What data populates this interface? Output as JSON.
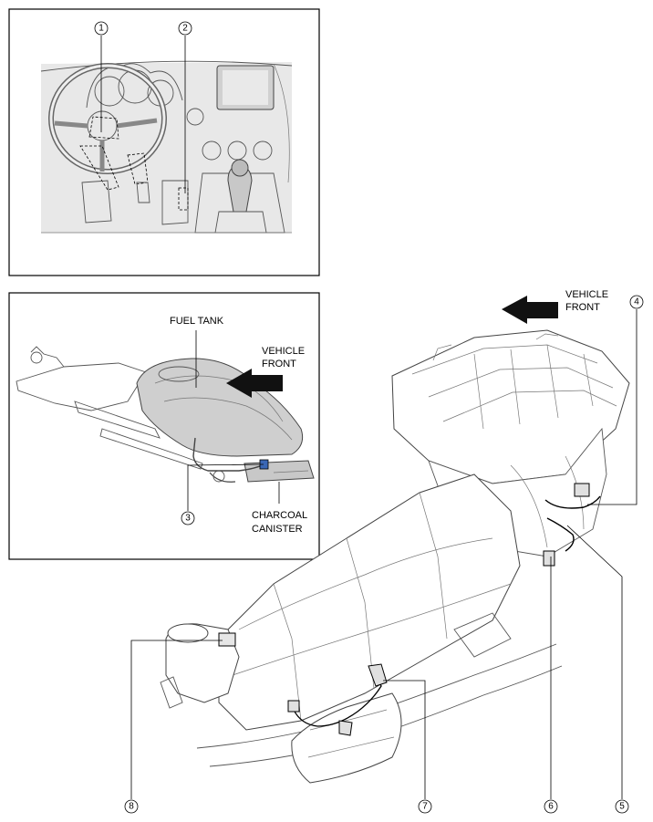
{
  "labels": {
    "fuel_tank": "FUEL TANK",
    "vehicle_front_a": [
      "VEHICLE",
      "FRONT"
    ],
    "vehicle_front_b": [
      "VEHICLE",
      "FRONT"
    ],
    "charcoal_canister": [
      "CHARCOAL",
      "CANISTER"
    ]
  },
  "callouts": [
    "1",
    "2",
    "3",
    "4",
    "5",
    "6",
    "7",
    "8"
  ]
}
